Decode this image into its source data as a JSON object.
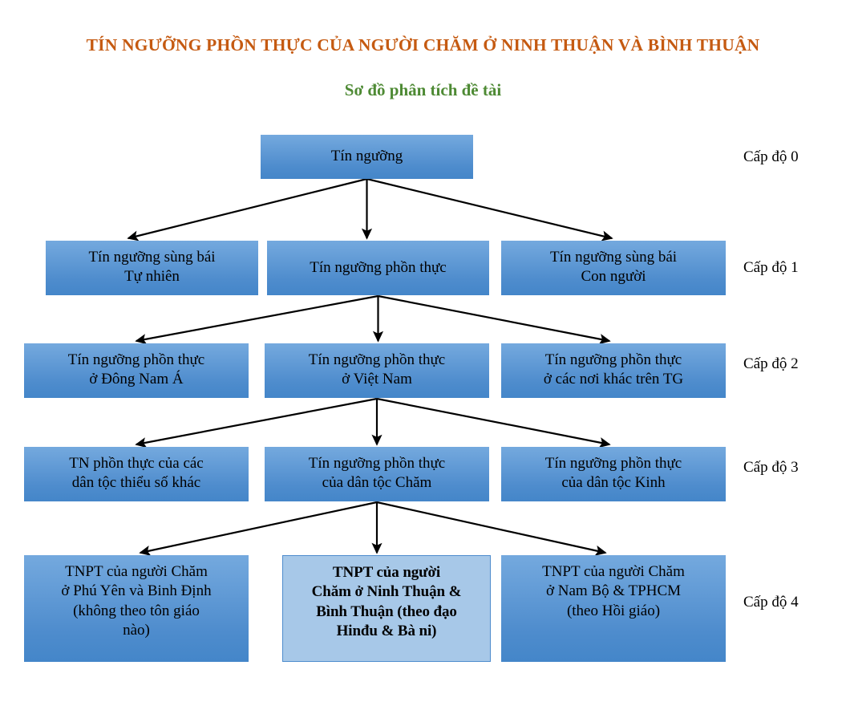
{
  "header": {
    "main_title": "TÍN NGƯỠNG PHỒN THỰC CỦA NGƯỜI CHĂM Ở NINH THUẬN VÀ BÌNH THUẬN",
    "sub_title": "Sơ đồ phân tích đề tài",
    "main_title_color": "#C55A11",
    "sub_title_color": "#4E8A34"
  },
  "theme": {
    "box_fill_top": "#74A9DE",
    "box_fill_bottom": "#4486C9",
    "highlight_fill": "#A7C8E8",
    "highlight_border": "#4E8CCD",
    "connector_color": "#000000",
    "text_color": "#000000",
    "background": "#FFFFFF"
  },
  "level_labels": [
    {
      "text": "Cấp độ 0"
    },
    {
      "text": "Cấp độ 1"
    },
    {
      "text": "Cấp độ 2"
    },
    {
      "text": "Cấp độ 3"
    },
    {
      "text": "Cấp độ 4"
    }
  ],
  "levels": [
    {
      "index": 0,
      "label": "Cấp độ 0",
      "nodes": [
        {
          "id": "n0",
          "lines": [
            "Tín ngưỡng"
          ],
          "highlight": false
        }
      ]
    },
    {
      "index": 1,
      "label": "Cấp độ 1",
      "nodes": [
        {
          "id": "n1a",
          "lines": [
            "Tín ngưỡng sùng bái",
            "Tự nhiên"
          ],
          "highlight": false
        },
        {
          "id": "n1b",
          "lines": [
            "Tín ngưỡng phồn thực"
          ],
          "highlight": false
        },
        {
          "id": "n1c",
          "lines": [
            "Tín ngưỡng sùng bái",
            "Con người"
          ],
          "highlight": false
        }
      ]
    },
    {
      "index": 2,
      "label": "Cấp độ 2",
      "nodes": [
        {
          "id": "n2a",
          "lines": [
            "Tín ngưỡng phồn thực",
            "ở Đông Nam Á"
          ],
          "highlight": false
        },
        {
          "id": "n2b",
          "lines": [
            "Tín ngưỡng phồn thực",
            "ở Việt Nam"
          ],
          "highlight": false
        },
        {
          "id": "n2c",
          "lines": [
            "Tín ngưỡng phồn thực",
            "ở các nơi khác trên TG"
          ],
          "highlight": false
        }
      ]
    },
    {
      "index": 3,
      "label": "Cấp độ 3",
      "nodes": [
        {
          "id": "n3a",
          "lines": [
            "TN phồn thực của các",
            "dân tộc thiểu số khác"
          ],
          "highlight": false
        },
        {
          "id": "n3b",
          "lines": [
            "Tín ngưỡng phồn thực",
            "của dân tộc Chăm"
          ],
          "highlight": false
        },
        {
          "id": "n3c",
          "lines": [
            "Tín ngưỡng phồn thực",
            "của dân tộc Kinh"
          ],
          "highlight": false
        }
      ]
    },
    {
      "index": 4,
      "label": "Cấp độ 4",
      "nodes": [
        {
          "id": "n4a",
          "lines": [
            "TNPT của người Chăm",
            "ở Phú Yên và Binh Định",
            "(không theo tôn giáo",
            "nào)"
          ],
          "highlight": false
        },
        {
          "id": "n4b",
          "lines": [
            "TNPT của người",
            "Chăm ở Ninh Thuận &",
            "Bình Thuận (theo đạo",
            "Hinđu & Bà ni)"
          ],
          "highlight": true
        },
        {
          "id": "n4c",
          "lines": [
            "TNPT của người Chăm",
            "ở Nam Bộ & TPHCM",
            "(theo Hồi giáo)"
          ],
          "highlight": false
        }
      ]
    }
  ]
}
